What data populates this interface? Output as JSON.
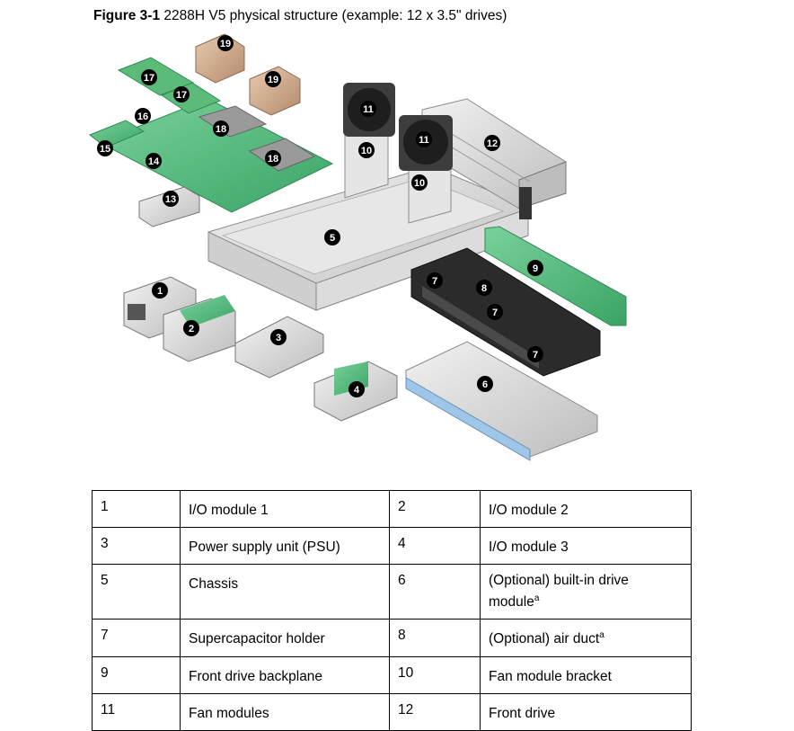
{
  "figure": {
    "label": "Figure 3-1",
    "title": "2288H V5 physical structure (example: 12 x 3.5\" drives)"
  },
  "callouts": [
    "1",
    "2",
    "3",
    "4",
    "5",
    "6",
    "7",
    "7",
    "7",
    "8",
    "9",
    "10",
    "10",
    "11",
    "11",
    "12",
    "13",
    "14",
    "15",
    "16",
    "17",
    "17",
    "18",
    "18",
    "19",
    "19"
  ],
  "legend": {
    "rows": [
      [
        {
          "num": "1",
          "label": "I/O module 1",
          "sup": ""
        },
        {
          "num": "2",
          "label": "I/O module 2",
          "sup": ""
        }
      ],
      [
        {
          "num": "3",
          "label": "Power supply unit (PSU)",
          "sup": ""
        },
        {
          "num": "4",
          "label": "I/O module 3",
          "sup": ""
        }
      ],
      [
        {
          "num": "5",
          "label": "Chassis",
          "sup": ""
        },
        {
          "num": "6",
          "label": "(Optional) built-in drive module",
          "sup": "a"
        }
      ],
      [
        {
          "num": "7",
          "label": "Supercapacitor holder",
          "sup": ""
        },
        {
          "num": "8",
          "label": "(Optional) air duct",
          "sup": "a"
        }
      ],
      [
        {
          "num": "9",
          "label": "Front drive backplane",
          "sup": ""
        },
        {
          "num": "10",
          "label": "Fan module bracket",
          "sup": ""
        }
      ],
      [
        {
          "num": "11",
          "label": "Fan modules",
          "sup": ""
        },
        {
          "num": "12",
          "label": "Front drive",
          "sup": ""
        }
      ]
    ]
  }
}
